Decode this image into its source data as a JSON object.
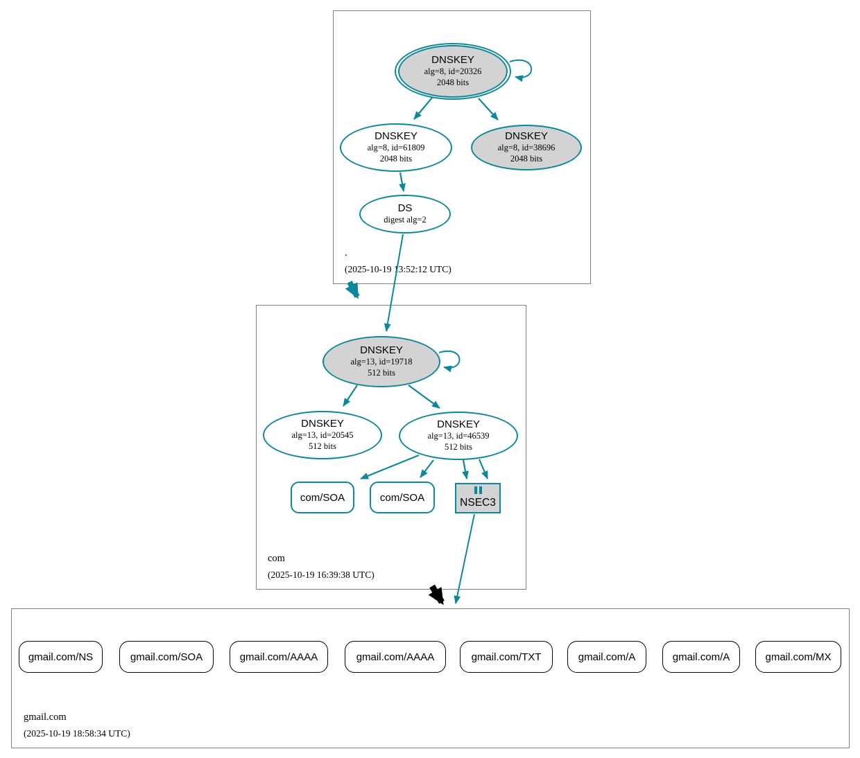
{
  "zones": {
    "root": {
      "label": ".",
      "timestamp": "(2025-10-19 13:52:12 UTC)"
    },
    "com": {
      "label": "com",
      "timestamp": "(2025-10-19 16:39:38 UTC)"
    },
    "gmail": {
      "label": "gmail.com",
      "timestamp": "(2025-10-19 18:58:34 UTC)"
    }
  },
  "nodes": {
    "root_ksk": {
      "title": "DNSKEY",
      "detail1": "alg=8, id=20326",
      "detail2": "2048 bits"
    },
    "root_zsk": {
      "title": "DNSKEY",
      "detail1": "alg=8, id=61809",
      "detail2": "2048 bits"
    },
    "root_key_38696": {
      "title": "DNSKEY",
      "detail1": "alg=8, id=38696",
      "detail2": "2048 bits"
    },
    "root_ds": {
      "title": "DS",
      "detail1": "digest alg=2"
    },
    "com_ksk": {
      "title": "DNSKEY",
      "detail1": "alg=13, id=19718",
      "detail2": "512 bits"
    },
    "com_zsk_20545": {
      "title": "DNSKEY",
      "detail1": "alg=13, id=20545",
      "detail2": "512 bits"
    },
    "com_zsk_46539": {
      "title": "DNSKEY",
      "detail1": "alg=13, id=46539",
      "detail2": "512 bits"
    },
    "com_soa_1": {
      "label": "com/SOA"
    },
    "com_soa_2": {
      "label": "com/SOA"
    },
    "nsec3": {
      "label": "NSEC3"
    }
  },
  "gmail_rrsets": [
    {
      "label": "gmail.com/NS"
    },
    {
      "label": "gmail.com/SOA"
    },
    {
      "label": "gmail.com/AAAA"
    },
    {
      "label": "gmail.com/AAAA"
    },
    {
      "label": "gmail.com/TXT"
    },
    {
      "label": "gmail.com/A"
    },
    {
      "label": "gmail.com/A"
    },
    {
      "label": "gmail.com/MX"
    }
  ],
  "colors": {
    "secure_teal": "#0d879a",
    "node_fill_gray": "#d3d3d3",
    "insecure_black": "#000000",
    "zone_border_gray": "#808080"
  }
}
